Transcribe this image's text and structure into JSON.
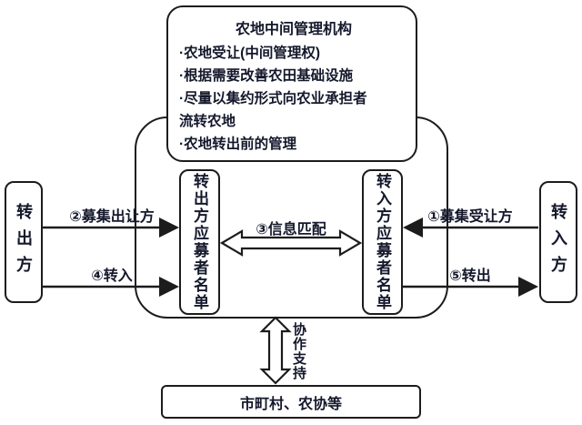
{
  "diagram": {
    "org_box": {
      "title": "农地中间管理机构",
      "bullets": [
        "·农地受让(中间管理权)",
        "·根据需要改善农田基础设施",
        "·尽量以集约形式向农业承担者流转农地",
        "·农地转出前的管理"
      ]
    },
    "nodes": {
      "transferor": "转出方",
      "transferee": "转入方",
      "transferor_applicant_list": "转出方应募者名单",
      "transferee_applicant_list": "转入方应募者名单",
      "local_support": "市町村、农协等"
    },
    "arrows": {
      "recruit_transferee": "①募集受让方",
      "recruit_transferor": "②募集出让方",
      "info_matching": "③信息匹配",
      "transfer_in": "④转入",
      "transfer_out": "⑤转出",
      "cooperation_support": "协作支持"
    },
    "colors": {
      "line": "#1c1c1c",
      "background": "#ffffff",
      "text": "#14182b"
    }
  }
}
